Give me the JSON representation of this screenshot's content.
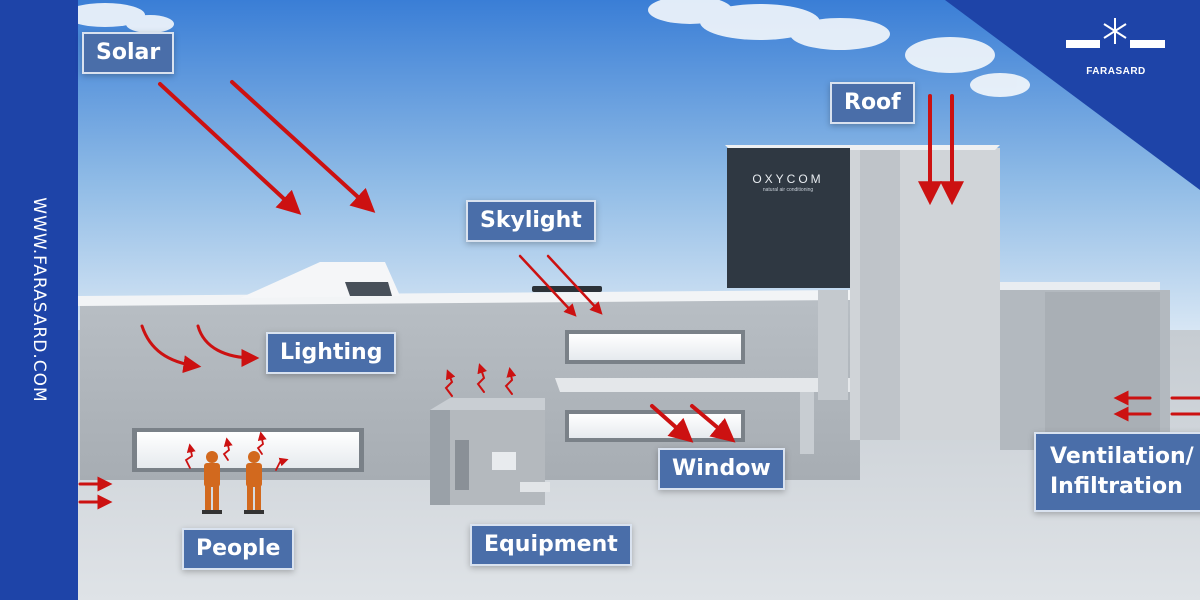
{
  "site_url": "WWW.FARASARD.COM",
  "brand": {
    "name": "FARASARD",
    "icon": "snowflake-logo-icon"
  },
  "building_sign": {
    "name": "OXYCOM",
    "tagline": "natural air conditioning"
  },
  "labels": {
    "solar": "Solar",
    "roof": "Roof",
    "skylight": "Skylight",
    "lighting": "Lighting",
    "window": "Window",
    "people": "People",
    "equipment": "Equipment",
    "ventilation": "Ventilation/\nInfiltration"
  },
  "colors": {
    "brand_blue": "#1e44a8",
    "label_bg": "#4a6ea9",
    "arrow_red": "#cc1111",
    "sky_top": "#3a7ed6",
    "sky_bottom": "#d7e6f4",
    "tower_dark": "#2f3842"
  }
}
